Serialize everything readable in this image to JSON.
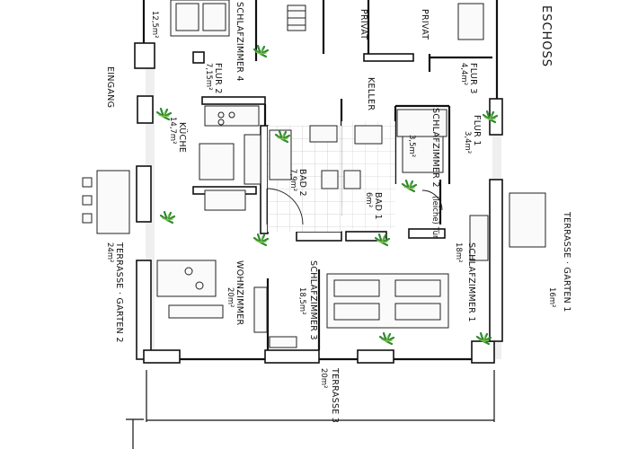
{
  "plan": {
    "heading": "ESCHOSS",
    "rooms": {
      "schlafzimmer4": {
        "name": "SCHLAFZIMMER 4",
        "area": "12,5m²"
      },
      "privat_a": {
        "name": "PRIVAT"
      },
      "privat_b": {
        "name": "PRIVAT"
      },
      "flur3": {
        "name": "FLUR 3",
        "area": "4,4m²"
      },
      "flur2": {
        "name": "FLUR 2",
        "area": "7,15m²"
      },
      "eingang": {
        "name": "EINGANG"
      },
      "keller": {
        "name": "KELLER"
      },
      "kueche": {
        "name": "KÜCHE",
        "area": "14,7m²"
      },
      "schlafzimmer2": {
        "name": "SCHLAFZIMMER 2",
        "area": "3,5m²"
      },
      "flur1": {
        "name": "FLUR 1",
        "area": "3,4m²"
      },
      "bad2": {
        "name": "BAD 2",
        "area": "7,9m²"
      },
      "bad1": {
        "name": "BAD 1",
        "area": "6m²"
      },
      "tuer": {
        "name": "(leiche) Tür"
      },
      "terrasse_garten1": {
        "name": "TERRASSE · GARTEN 1",
        "area": "16m²"
      },
      "schlafzimmer1": {
        "name": "SCHLAFZIMMER 1",
        "area": "18m²"
      },
      "terrasse_garten2": {
        "name": "TERRASSE · GARTEN 2",
        "area": "24m²"
      },
      "wohnzimmer": {
        "name": "WOHNZIMMER",
        "area": "20m²"
      },
      "schlafzimmer3": {
        "name": "SCHLAFZIMMER 3",
        "area": "18,5m²"
      },
      "terrasse3": {
        "name": "TERRASSE 3",
        "area": "20m²"
      }
    }
  }
}
